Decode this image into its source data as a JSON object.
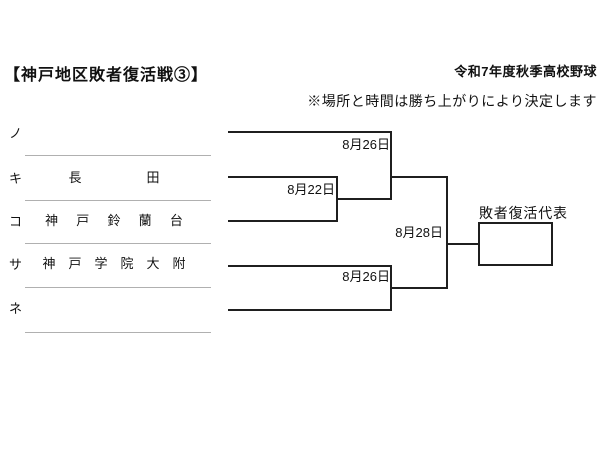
{
  "page": {
    "title": "【神戸地区敗者復活戦③】",
    "tournament": "令和7年度秋季高校野球",
    "note": "※場所と時間は勝ち上がりにより決定します"
  },
  "teams": [
    {
      "seed": "ノ",
      "name": ""
    },
    {
      "seed": "キ",
      "name": "長田"
    },
    {
      "seed": "コ",
      "name": "神戸鈴蘭台"
    },
    {
      "seed": "サ",
      "name": "神戸学院大附"
    },
    {
      "seed": "ネ",
      "name": ""
    }
  ],
  "matches": {
    "semi_top": {
      "date": "8月26日"
    },
    "quarter": {
      "date": "8月22日"
    },
    "semi_bottom": {
      "date": "8月26日"
    },
    "final": {
      "date": "8月28日"
    }
  },
  "winner": {
    "label": "敗者復活代表"
  },
  "colors": {
    "bracket_line": "#1f1f1f",
    "team_underline": "#b0b0b0",
    "text": "#111111",
    "background": "#ffffff"
  }
}
